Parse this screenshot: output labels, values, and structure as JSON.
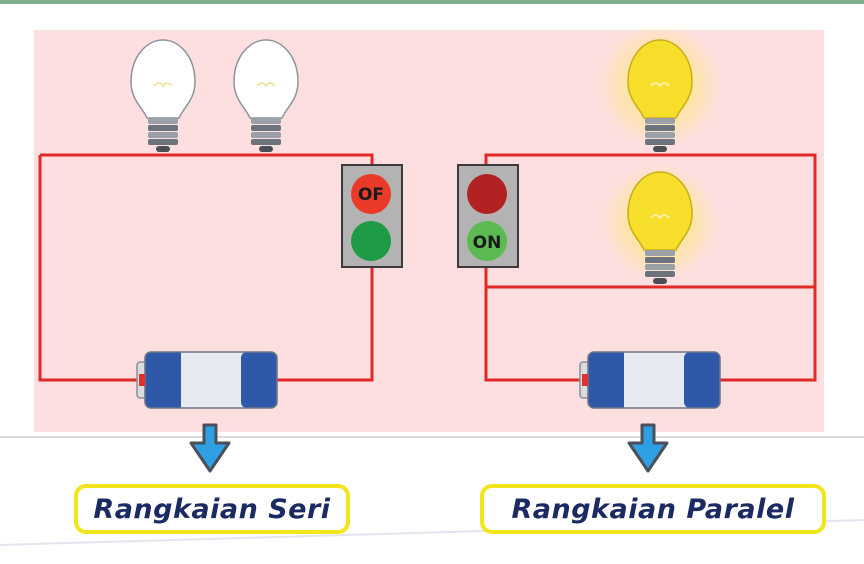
{
  "colors": {
    "panel_bg": "#fddfdf",
    "wire": "#e02a2a",
    "bulb_off": "#ffffff",
    "bulb_on": "#f6de2a",
    "battery_blue": "#2f58a8",
    "battery_white": "#e6e9ef",
    "arrow": "#2e9fe3",
    "label_border": "#f2e51c",
    "label_text": "#1c2a63",
    "switch_red_active": "#ea3b2a",
    "switch_red_inactive": "#b32222",
    "switch_green_active": "#5bbb52",
    "switch_green_inactive": "#1d9b45"
  },
  "series_circuit": {
    "switch_label": "OF",
    "state": "off",
    "bulbs": [
      {
        "lit": false
      },
      {
        "lit": false
      }
    ],
    "caption": "Rangkaian Seri"
  },
  "parallel_circuit": {
    "switch_label": "ON",
    "state": "on",
    "bulbs": [
      {
        "lit": true
      },
      {
        "lit": true
      }
    ],
    "caption": "Rangkaian Paralel"
  }
}
